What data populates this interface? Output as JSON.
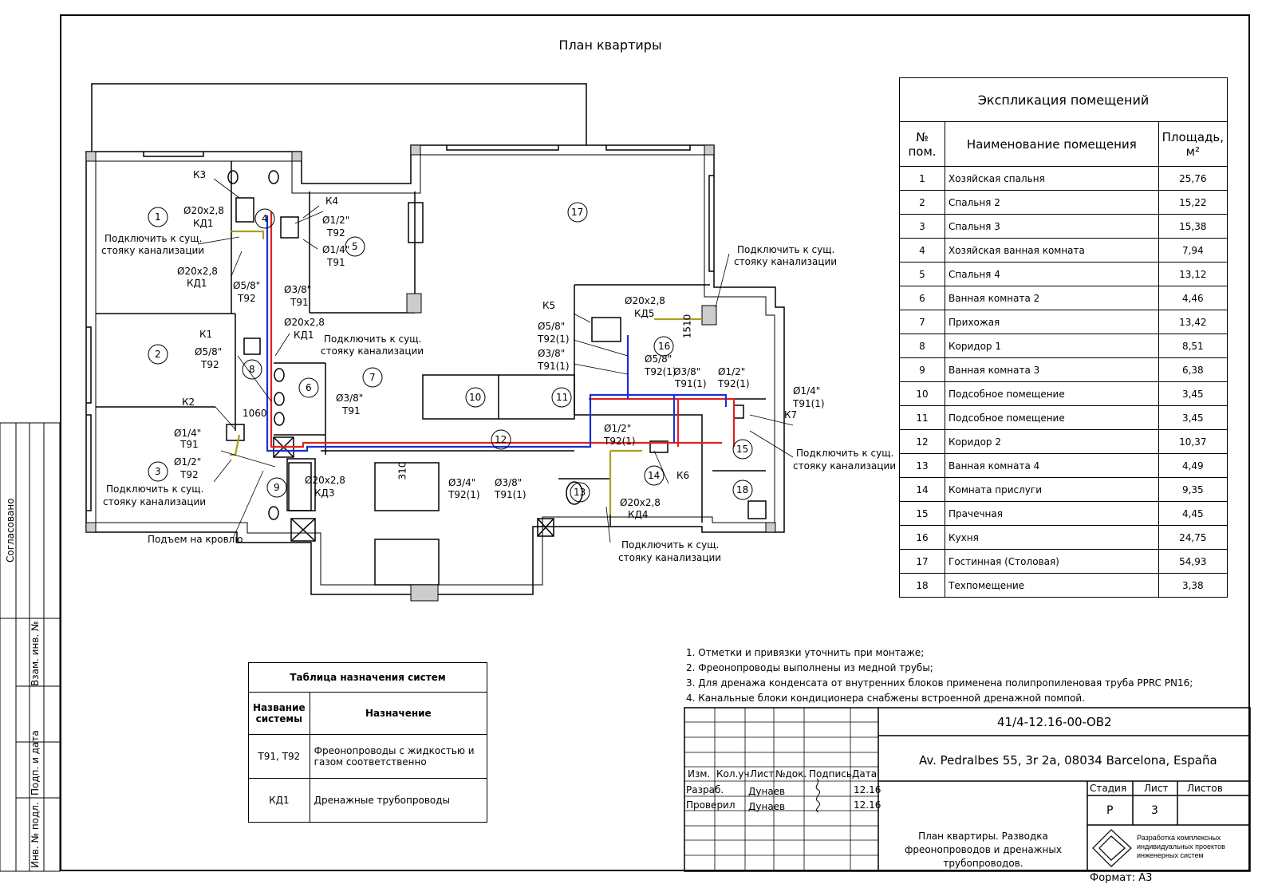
{
  "plan_title": "План квартиры",
  "rooms": [
    {
      "n": "1"
    },
    {
      "n": "2"
    },
    {
      "n": "3"
    },
    {
      "n": "4"
    },
    {
      "n": "5"
    },
    {
      "n": "6"
    },
    {
      "n": "7"
    },
    {
      "n": "8"
    },
    {
      "n": "9"
    },
    {
      "n": "10"
    },
    {
      "n": "11"
    },
    {
      "n": "12"
    },
    {
      "n": "13"
    },
    {
      "n": "14"
    },
    {
      "n": "15"
    },
    {
      "n": "16"
    },
    {
      "n": "17"
    },
    {
      "n": "18"
    }
  ],
  "plan_labels": {
    "k3": "К3",
    "k4": "К4",
    "k1": "К1",
    "k2": "К2",
    "k5": "К5",
    "k6": "К6",
    "k7": "К7",
    "d20_1": "Ø20х2,8",
    "kd1_1": "КД1",
    "connect_1a": "Подключить к сущ.",
    "connect_1b": "стояку канализации",
    "d20_2": "Ø20х2,8",
    "kd1_2": "КД1",
    "d12_1": "Ø1/2\"",
    "t92_1": "Т92",
    "d14_1": "Ø1/4\"",
    "t91_1": "Т91",
    "d58_1": "Ø5/8\"",
    "t92_2": "Т92",
    "d38_1": "Ø3/8\"",
    "t91_2": "Т91",
    "d20_3": "Ø20х2,8",
    "kd1_3": "КД1",
    "connect_2a": "Подключить к сущ.",
    "connect_2b": "стояку канализации",
    "d58_2": "Ø5/8\"",
    "t92_3": "Т92",
    "d38_2": "Ø3/8\"",
    "t91_3": "Т91",
    "dim_1060": "1060",
    "d14_2": "Ø1/4\"",
    "t91_4": "Т91",
    "d12_2": "Ø1/2\"",
    "t92_4": "Т92",
    "connect_3a": "Подключить к сущ.",
    "connect_3b": "стояку канализации",
    "d20_4": "Ø20х2,8",
    "kd3": "КД3",
    "roof": "Подъем на кровлю",
    "dim_310": "310",
    "d34_1": "Ø3/4\"",
    "t92_5": "Т92(1)",
    "d38_3": "Ø3/8\"",
    "t91_5": "Т91(1)",
    "d58_3": "Ø5/8\"",
    "t92_6": "Т92(1)",
    "d38_4": "Ø3/8\"",
    "t91_6": "Т91(1)",
    "d20_5": "Ø20х2,8",
    "kd5": "КД5",
    "dim_1510": "1510",
    "connect_4a": "Подключить к сущ.",
    "connect_4b": "стояку канализации",
    "d58_4": "Ø5/8\"",
    "t92_7": "Т92(1)",
    "d38_5": "Ø3/8\"",
    "t91_7": "Т91(1)",
    "d12_3": "Ø1/2\"",
    "t92_8": "Т92(1)",
    "d14_3": "Ø1/4\"",
    "t91_8": "Т91(1)",
    "d12_4": "Ø1/2\"",
    "t92_9": "Т92(1)",
    "connect_5a": "Подключить к сущ.",
    "connect_5b": "стояку канализации",
    "d20_6": "Ø20х2,8",
    "kd4": "КД4",
    "connect_6a": "Подключить к сущ.",
    "connect_6b": "стояку канализации"
  },
  "explication": {
    "title": "Экспликация помещений",
    "col_num": "№ пом.",
    "col_name": "Наименование помещения",
    "col_area": "Площадь, м²",
    "rows": [
      {
        "num": "1",
        "name": "Хозяйская спальня",
        "area": "25,76"
      },
      {
        "num": "2",
        "name": "Спальня 2",
        "area": "15,22"
      },
      {
        "num": "3",
        "name": "Спальня 3",
        "area": "15,38"
      },
      {
        "num": "4",
        "name": "Хозяйская ванная комната",
        "area": "7,94"
      },
      {
        "num": "5",
        "name": "Спальня 4",
        "area": "13,12"
      },
      {
        "num": "6",
        "name": "Ванная комната 2",
        "area": "4,46"
      },
      {
        "num": "7",
        "name": "Прихожая",
        "area": "13,42"
      },
      {
        "num": "8",
        "name": "Коридор 1",
        "area": "8,51"
      },
      {
        "num": "9",
        "name": "Ванная комната 3",
        "area": "6,38"
      },
      {
        "num": "10",
        "name": "Подсобное помещение",
        "area": "3,45"
      },
      {
        "num": "11",
        "name": "Подсобное помещение",
        "area": "3,45"
      },
      {
        "num": "12",
        "name": "Коридор 2",
        "area": "10,37"
      },
      {
        "num": "13",
        "name": "Ванная комната 4",
        "area": "4,49"
      },
      {
        "num": "14",
        "name": "Комната прислуги",
        "area": "9,35"
      },
      {
        "num": "15",
        "name": "Прачечная",
        "area": "4,45"
      },
      {
        "num": "16",
        "name": "Кухня",
        "area": "24,75"
      },
      {
        "num": "17",
        "name": "Гостинная (Столовая)",
        "area": "54,93"
      },
      {
        "num": "18",
        "name": "Техпомещение",
        "area": "3,38"
      }
    ]
  },
  "notes": [
    "1. Отметки и привязки уточнить при монтаже;",
    "2. Фреонопроводы выполнены из медной трубы;",
    "3. Для дренажа конденсата от внутренних блоков применена полипропиленовая труба PPRC PN16;",
    "4. Канальные блоки кондиционера снабжены встроенной дренажной помпой."
  ],
  "systems_table": {
    "title": "Таблица назначения систем",
    "col1": "Название системы",
    "col2": "Назначение",
    "rows": [
      {
        "name": "Т91, Т92",
        "purpose": "Фреонопроводы с жидкостью и газом соответственно"
      },
      {
        "name": "КД1",
        "purpose": "Дренажные трубопроводы"
      }
    ]
  },
  "side_stamp": {
    "agreed": "Согласовано",
    "vzam": "Взам. инв. №",
    "podp": "Подп. и дата",
    "inv": "Инв. № подл."
  },
  "title_block": {
    "code": "41/4-12.16-00-ОВ2",
    "address": "Av. Pedralbes 55, 3r 2a, 08034 Barcelona, España",
    "h_izm": "Изм.",
    "h_kol": "Кол.уч",
    "h_list": "Лист",
    "h_ndok": "№док.",
    "h_podp": "Подпись",
    "h_data": "Дата",
    "r1_role": "Разраб.",
    "r1_name": "Дунаев",
    "r1_date": "12.16",
    "r2_role": "Проверил",
    "r2_name": "Дунаев",
    "r2_date": "12.16",
    "sheet_title": "План квартиры. Разводка фреонопроводов и дренажных трубопроводов.",
    "stage_h": "Стадия",
    "stage": "Р",
    "sheet_h": "Лист",
    "sheet": "3",
    "sheets_h": "Листов",
    "sheets": "",
    "company": "Разработка комплексных индивидуальных проектов инженерных систем",
    "format": "Формат: А3"
  },
  "colors": {
    "liquid_pipe": "#e02020",
    "gas_pipe": "#1a2fd6",
    "drain_pipe": "#a7a020"
  }
}
